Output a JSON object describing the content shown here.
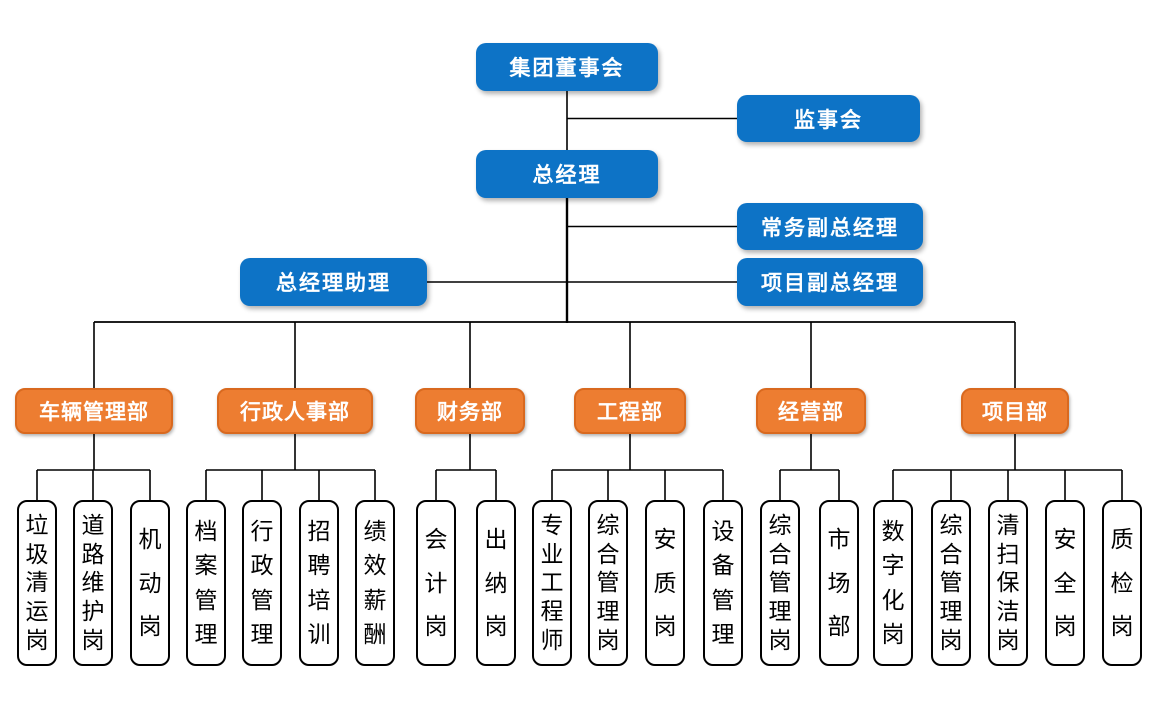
{
  "org": {
    "executives": {
      "board": "集团董事会",
      "supervisory_board": "监事会",
      "general_manager": "总经理",
      "executive_deputy_gm": "常务副总经理",
      "gm_assistant": "总经理助理",
      "project_deputy_gm": "项目副总经理"
    },
    "departments": [
      {
        "label": "车辆管理部",
        "posts": [
          "垃圾清运岗",
          "道路维护岗",
          "机动岗"
        ]
      },
      {
        "label": "行政人事部",
        "posts": [
          "档案管理",
          "行政管理",
          "招聘培训",
          "绩效薪酬"
        ]
      },
      {
        "label": "财务部",
        "posts": [
          "会计岗",
          "出纳岗"
        ]
      },
      {
        "label": "工程部",
        "posts": [
          "专业工程师",
          "综合管理岗",
          "安质岗",
          "设备管理"
        ]
      },
      {
        "label": "经营部",
        "posts": [
          "综合管理岗",
          "市场部"
        ]
      },
      {
        "label": "项目部",
        "posts": [
          "数字化岗",
          "综合管理岗",
          "清扫保洁岗",
          "安全岗",
          "质检岗"
        ]
      }
    ],
    "colors": {
      "executive_box": "#0d73c6",
      "department_box": "#ed7d31",
      "department_border": "#d9691f",
      "post_box_border": "#000000",
      "connector_line": "#000000",
      "text_on_color": "#ffffff",
      "text_on_white": "#000000"
    }
  }
}
